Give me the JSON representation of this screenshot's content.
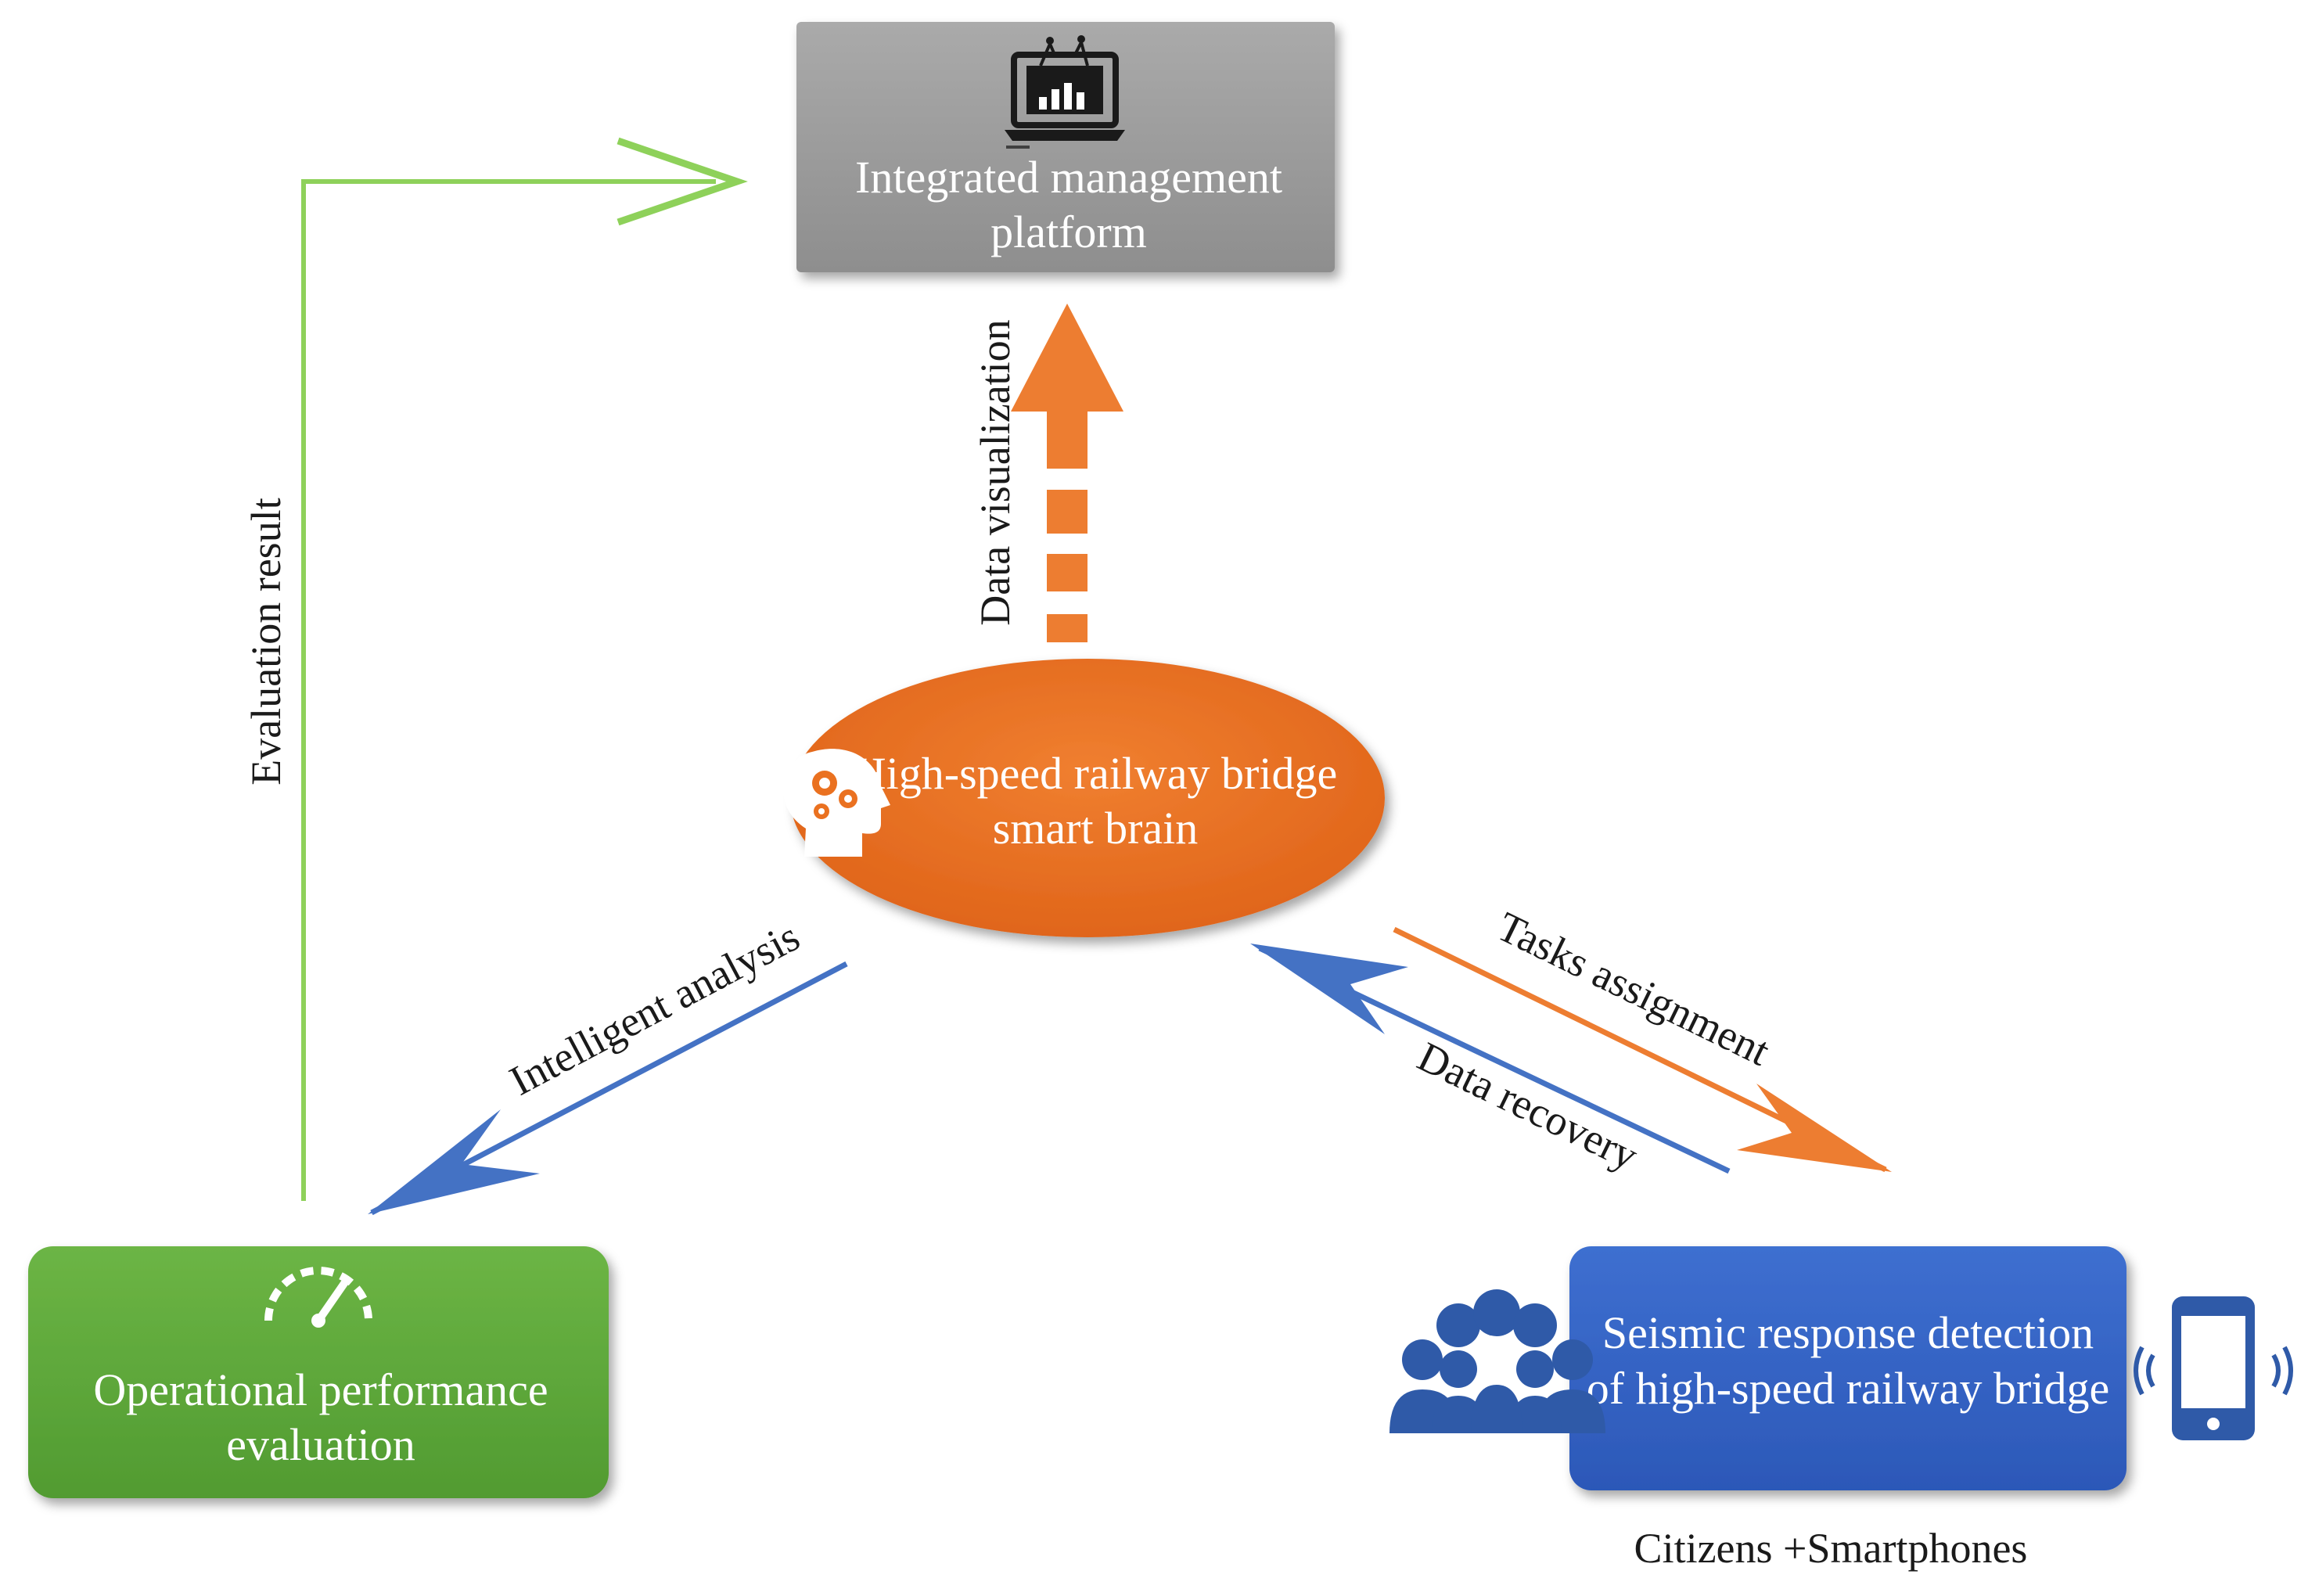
{
  "nodes": {
    "platform": {
      "line1": "Integrated management",
      "line2": "platform",
      "icon": "laptop-dashboard-icon"
    },
    "brain": {
      "line1": "High-speed railway bridge",
      "line2": "smart brain",
      "icon": "head-gears-icon"
    },
    "evaluation": {
      "line1": "Operational performance",
      "line2": "evaluation",
      "icon": "speedometer-icon"
    },
    "seismic": {
      "line1": "Seismic response detection",
      "line2": "of high-speed railway bridge",
      "icon_left": "people-group-icon",
      "icon_right": "smartphone-icon"
    }
  },
  "edges": {
    "data_visualization": "Data visualization",
    "evaluation_result": "Evaluation result",
    "intelligent_analysis": "Intelligent analysis",
    "tasks_assignment": "Tasks assignment",
    "data_recovery": "Data recovery"
  },
  "caption": "Citizens +Smartphones",
  "colors": {
    "platform": "#999999",
    "brain": "#ea7120",
    "evaluation": "#5ea83b",
    "seismic": "#3362c4",
    "green_arrow": "#8ed15a",
    "blue_arrow": "#4472c4",
    "orange_arrow": "#ed7d31"
  }
}
